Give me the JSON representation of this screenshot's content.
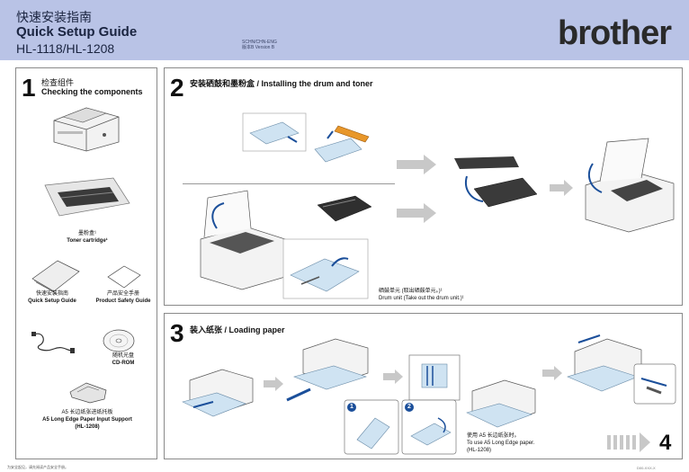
{
  "header": {
    "title_zh": "快速安装指南",
    "title_en": "Quick Setup Guide",
    "models": "HL-1118/HL-1208",
    "doc_code_1": "SCHN/CHN-ENG",
    "doc_code_2": "版本B Version B",
    "brand": "brother"
  },
  "step1": {
    "number": "1",
    "title_zh": "检查组件",
    "title_en": "Checking the components",
    "items": [
      {
        "zh": "墨粉盒¹",
        "en": "Toner cartridge¹"
      },
      {
        "zh": "快速安装指南",
        "en": "Quick Setup Guide"
      },
      {
        "zh": "产品安全手册",
        "en": "Product Safety Guide"
      },
      {
        "zh": "随机光盘",
        "en": "CD-ROM"
      },
      {
        "zh": "A5 长边纸张进纸托板",
        "en": "A5 Long Edge Paper Input Support",
        "en2": "(HL-1208)"
      }
    ]
  },
  "step2": {
    "number": "2",
    "title": "安装硒鼓和墨粉盒 / Installing the drum and toner",
    "drum_note_zh": "硒鼓单元 (取出硒鼓单元。)¹",
    "drum_note_en": "Drum unit (Take out the drum unit.)¹"
  },
  "step3": {
    "number": "3",
    "title": "装入纸张 / Loading paper",
    "badge_1": "1",
    "badge_2": "2",
    "a5_note_zh": "使用 A5 长边纸张时。",
    "a5_note_en": "To use A5 Long Edge paper.",
    "a5_note_model": "(HL-1208)",
    "next_step": "4"
  },
  "footer": {
    "text": "为安全起见，请先阅读产品安全手册。",
    "page_code": "D00-XXX-X"
  }
}
